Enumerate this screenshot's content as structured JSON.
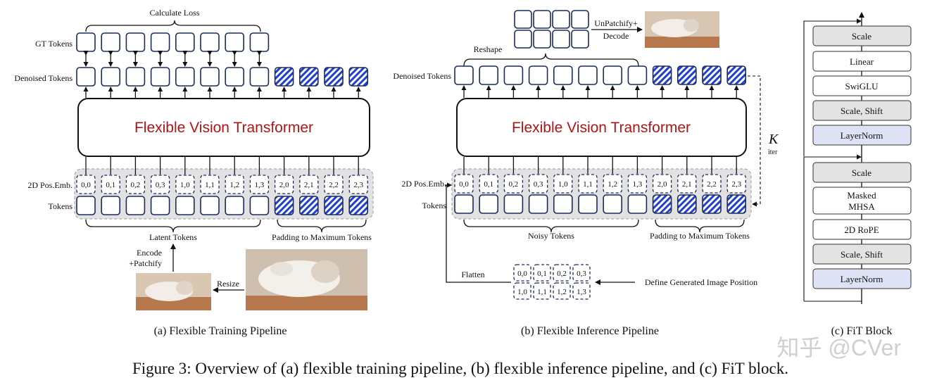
{
  "training": {
    "calculate_loss": "Calculate Loss",
    "gt_tokens": "GT Tokens",
    "denoised_tokens": "Denoised Tokens",
    "transformer": "Flexible Vision Transformer",
    "pos_emb": "2D Pos.Emb.",
    "tokens": "Tokens",
    "positions": [
      "0,0",
      "0,1",
      "0,2",
      "0,3",
      "1,0",
      "1,1",
      "1,2",
      "1,3",
      "2,0",
      "2,1",
      "2,2",
      "2,3"
    ],
    "latent_tokens": "Latent Tokens",
    "padding": "Padding to Maximum Tokens",
    "encode": "Encode",
    "patchify": "+Patchify",
    "resize": "Resize",
    "caption": "(a) Flexible Training Pipeline"
  },
  "inference": {
    "unpatchify": "UnPatchify+",
    "decode": "Decode",
    "reshape": "Reshape",
    "denoised_tokens": "Denoised Tokens",
    "transformer": "Flexible Vision Transformer",
    "k": "K",
    "iter": "iter",
    "pos_emb": "2D Pos.Emb.",
    "tokens": "Tokens",
    "positions": [
      "0,0",
      "0,1",
      "0,2",
      "0,3",
      "1,0",
      "1,1",
      "1,2",
      "1,3",
      "2,0",
      "2,1",
      "2,2",
      "2,3"
    ],
    "noisy_tokens": "Noisy Tokens",
    "padding": "Padding to Maximum Tokens",
    "flatten": "Flatten",
    "grid_positions": [
      "0,0",
      "0,1",
      "0,2",
      "0,3",
      "1,0",
      "1,1",
      "1,2",
      "1,3"
    ],
    "define_position": "Define Generated Image Position",
    "caption": "(b) Flexible Inference Pipeline"
  },
  "fit_block": {
    "upper": [
      "Scale",
      "Linear",
      "SwiGLU",
      "Scale, Shift",
      "LayerNorm"
    ],
    "lower": [
      "Scale",
      "Masked",
      "MHSA",
      "2D RoPE",
      "Scale, Shift",
      "LayerNorm"
    ],
    "caption": "(c) FiT Block"
  },
  "watermark": "知乎 @CVer",
  "figure_caption": "Figure 3: Overview of (a) flexible training pipeline, (b) flexible inference pipeline, and (c) FiT block.",
  "colors": {
    "token_border": "#1c2a5c",
    "hatch_blue": "#1f3fd0",
    "transformer_text": "#b01515",
    "layernorm_fill": "#dde3f5"
  }
}
